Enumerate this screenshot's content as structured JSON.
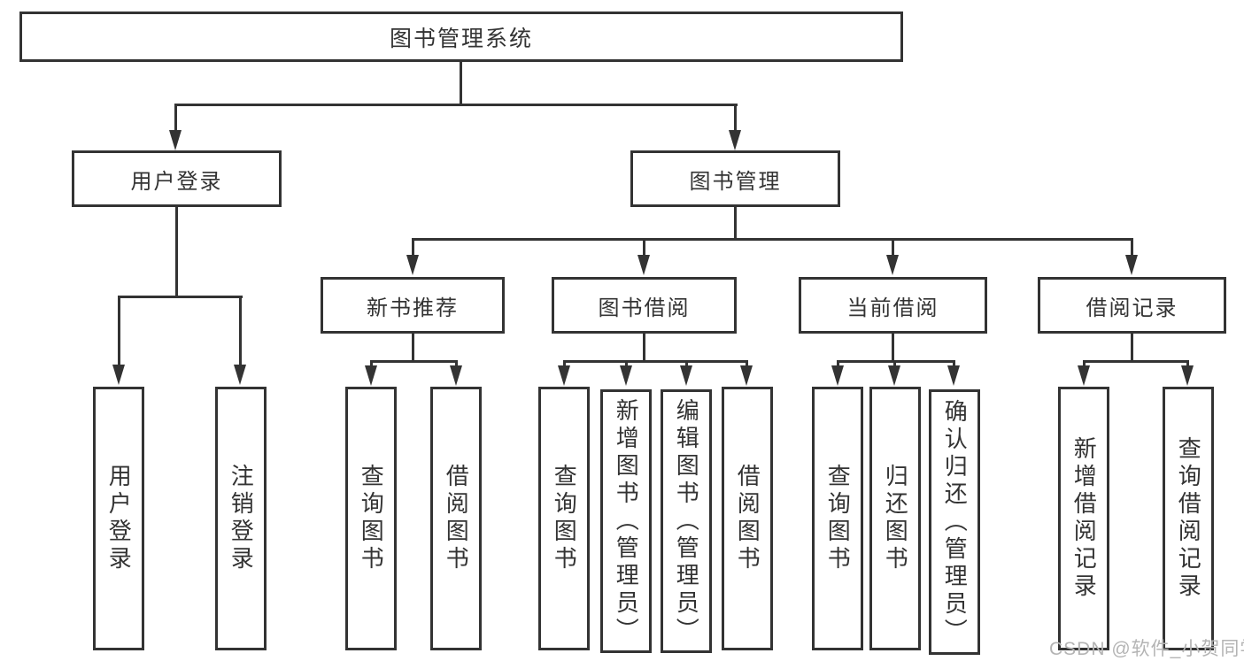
{
  "diagram": {
    "root": {
      "label": "图书管理系统"
    },
    "branches": [
      {
        "label": "用户登录",
        "children": [
          {
            "label": "用户登录"
          },
          {
            "label": "注销登录"
          }
        ]
      },
      {
        "label": "图书管理",
        "sections": [
          {
            "label": "新书推荐",
            "children": [
              {
                "label": "查询图书"
              },
              {
                "label": "借阅图书"
              }
            ]
          },
          {
            "label": "图书借阅",
            "children": [
              {
                "label": "查询图书"
              },
              {
                "label": "新增图书（管理员）"
              },
              {
                "label": "编辑图书（管理员）"
              },
              {
                "label": "借阅图书"
              }
            ]
          },
          {
            "label": "当前借阅",
            "children": [
              {
                "label": "查询图书"
              },
              {
                "label": "归还图书"
              },
              {
                "label": "确认归还（管理员）"
              }
            ]
          },
          {
            "label": "借阅记录",
            "children": [
              {
                "label": "新增借阅记录"
              },
              {
                "label": "查询借阅记录"
              }
            ]
          }
        ]
      }
    ]
  },
  "watermark": {
    "text": "CSDN @软件_小贺同学"
  },
  "colors": {
    "line": "#333333",
    "text": "#333333",
    "box_background": "#ffffff",
    "watermark": "#b4b4b4",
    "page_background": "#ffffff"
  }
}
